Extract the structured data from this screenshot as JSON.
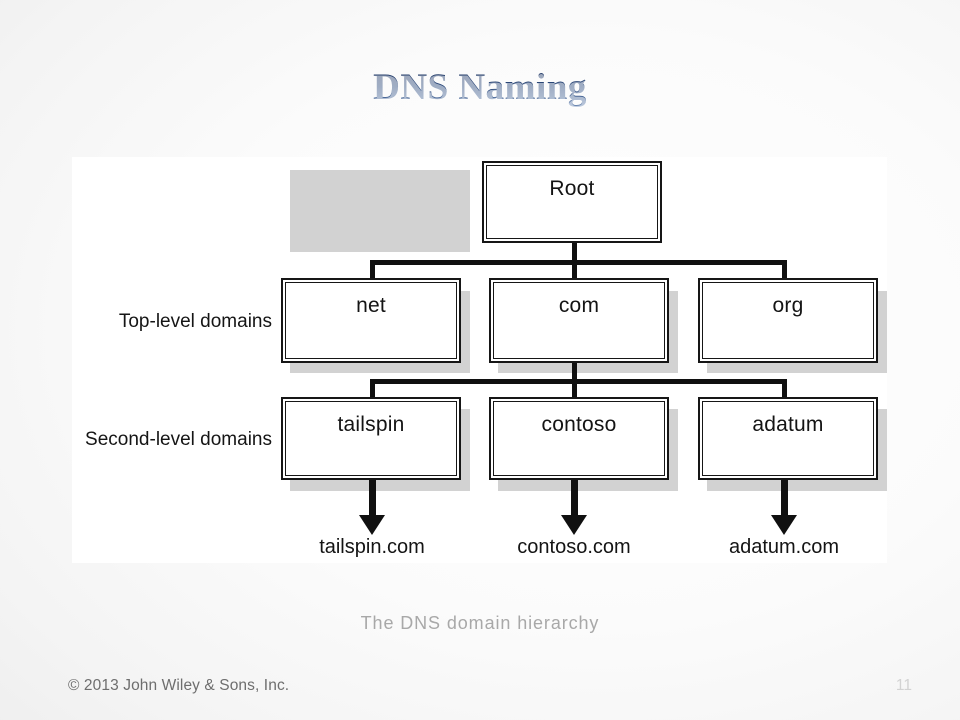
{
  "slide": {
    "title": "DNS Naming",
    "caption": "The DNS domain hierarchy",
    "title_color": "#1f3a66",
    "caption_color": "#a8a8a8"
  },
  "footer": {
    "copyright": "© 2013 John Wiley & Sons, Inc.",
    "page_number": "11"
  },
  "diagram": {
    "row_labels": [
      {
        "text": "Top-level domains"
      },
      {
        "text": "Second-level domains"
      }
    ],
    "root": {
      "label": "Root"
    },
    "top_level": [
      {
        "label": "net"
      },
      {
        "label": "com"
      },
      {
        "label": "org"
      }
    ],
    "second_level": [
      {
        "label": "tailspin"
      },
      {
        "label": "contoso"
      },
      {
        "label": "adatum"
      }
    ],
    "fqdns": [
      {
        "label": "tailspin.com"
      },
      {
        "label": "contoso.com"
      },
      {
        "label": "adatum.com"
      }
    ],
    "box_border_color": "#161616",
    "shadow_color": "#d2d2d2",
    "connector_color": "#101010"
  }
}
